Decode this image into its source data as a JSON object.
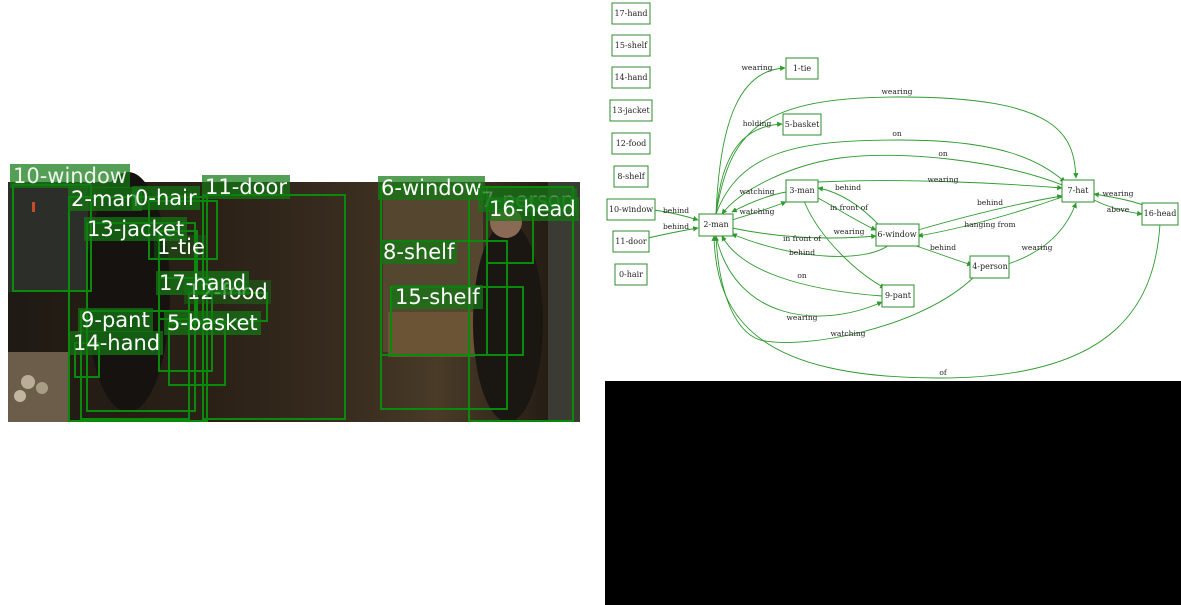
{
  "photo": {
    "labels": {
      "window10": "10-window",
      "man2": "2-man",
      "hair0": "0-hair",
      "door11": "11-door",
      "window6": "6-window",
      "person7": "7-person",
      "head16": "16-head",
      "jacket13": "13-jacket",
      "tie1": "1-tie",
      "shelf8": "8-shelf",
      "hand17": "17-hand",
      "food12": "12-food",
      "shelf15": "15-shelf",
      "pant9": "9-pant",
      "basket5": "5-basket",
      "hand14": "14-hand"
    }
  },
  "graph": {
    "nodes": {
      "hand17": "17-hand",
      "shelf15": "15-shelf",
      "hand14": "14-hand",
      "jacket13": "13-jacket",
      "food12": "12-food",
      "shelf8": "8-shelf",
      "window10": "10-window",
      "door11": "11-door",
      "hair0": "0-hair",
      "tie1": "1-tie",
      "basket5": "5-basket",
      "man2": "2-man",
      "man3": "3-man",
      "window6": "6-window",
      "person4": "4-person",
      "pant9": "9-pant",
      "hat7": "7-hat",
      "head16": "16-head"
    },
    "edges": {
      "e_w10_m2": "behind",
      "e_d11_m2": "behind",
      "e_m2_t1": "wearing",
      "e_m2_b5": "holding",
      "e_m2_h7_wear": "wearing",
      "e_m2_h7_on": "on",
      "e_h7_m2_on": "on",
      "e_m3_m2_watch": "watching",
      "e_m2_m3_watch": "watching",
      "e_m3_h7_wear": "wearing",
      "e_w6_m3_behind": "behind",
      "e_m3_w6_front": "in front of",
      "e_m3_p9_wear": "wearing",
      "e_m2_w6_front": "in front of",
      "e_w6_m2_behind": "behind",
      "e_w6_h7_behind": "behind",
      "e_h7_w6_hang": "hanging from",
      "e_w6_p4_behind": "behind",
      "e_p4_h7_wear": "wearing",
      "e_p9_m2_on": "on",
      "e_m2_p9_wear": "wearing",
      "e_p4_m2_watch": "watching",
      "e_h16_h7_wear": "wearing",
      "e_h7_h16_above": "above",
      "e_h16_m2_of": "of"
    }
  }
}
